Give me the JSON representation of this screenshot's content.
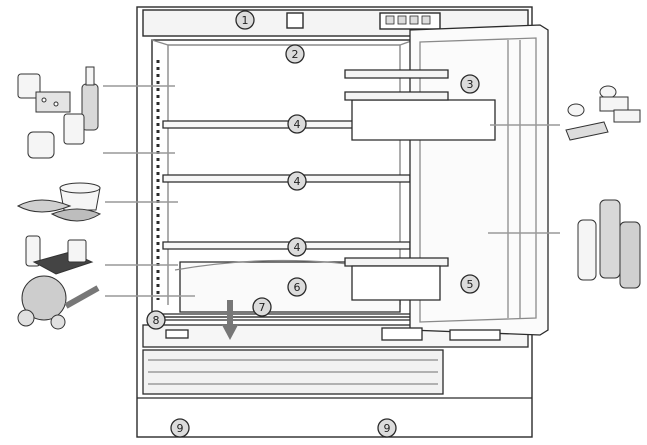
{
  "callouts": [
    {
      "id": "c1",
      "label": "1"
    },
    {
      "id": "c2",
      "label": "2"
    },
    {
      "id": "c3",
      "label": "3"
    },
    {
      "id": "c4a",
      "label": "4"
    },
    {
      "id": "c4b",
      "label": "4"
    },
    {
      "id": "c4c",
      "label": "4"
    },
    {
      "id": "c5",
      "label": "5"
    },
    {
      "id": "c6",
      "label": "6"
    },
    {
      "id": "c7",
      "label": "7"
    },
    {
      "id": "c8",
      "label": "8"
    },
    {
      "id": "c9a",
      "label": "9"
    },
    {
      "id": "c9b",
      "label": "9"
    }
  ],
  "colors": {
    "line": "#2b2b2b",
    "light_line": "#8a8a8a",
    "panel": "#f1f1f1",
    "callout_fill": "#dcdcdc"
  }
}
